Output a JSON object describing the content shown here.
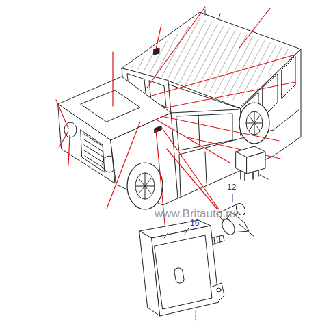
{
  "diagram": {
    "labels": [
      "12",
      "16",
      "www.Britauto.ru"
    ]
  }
}
